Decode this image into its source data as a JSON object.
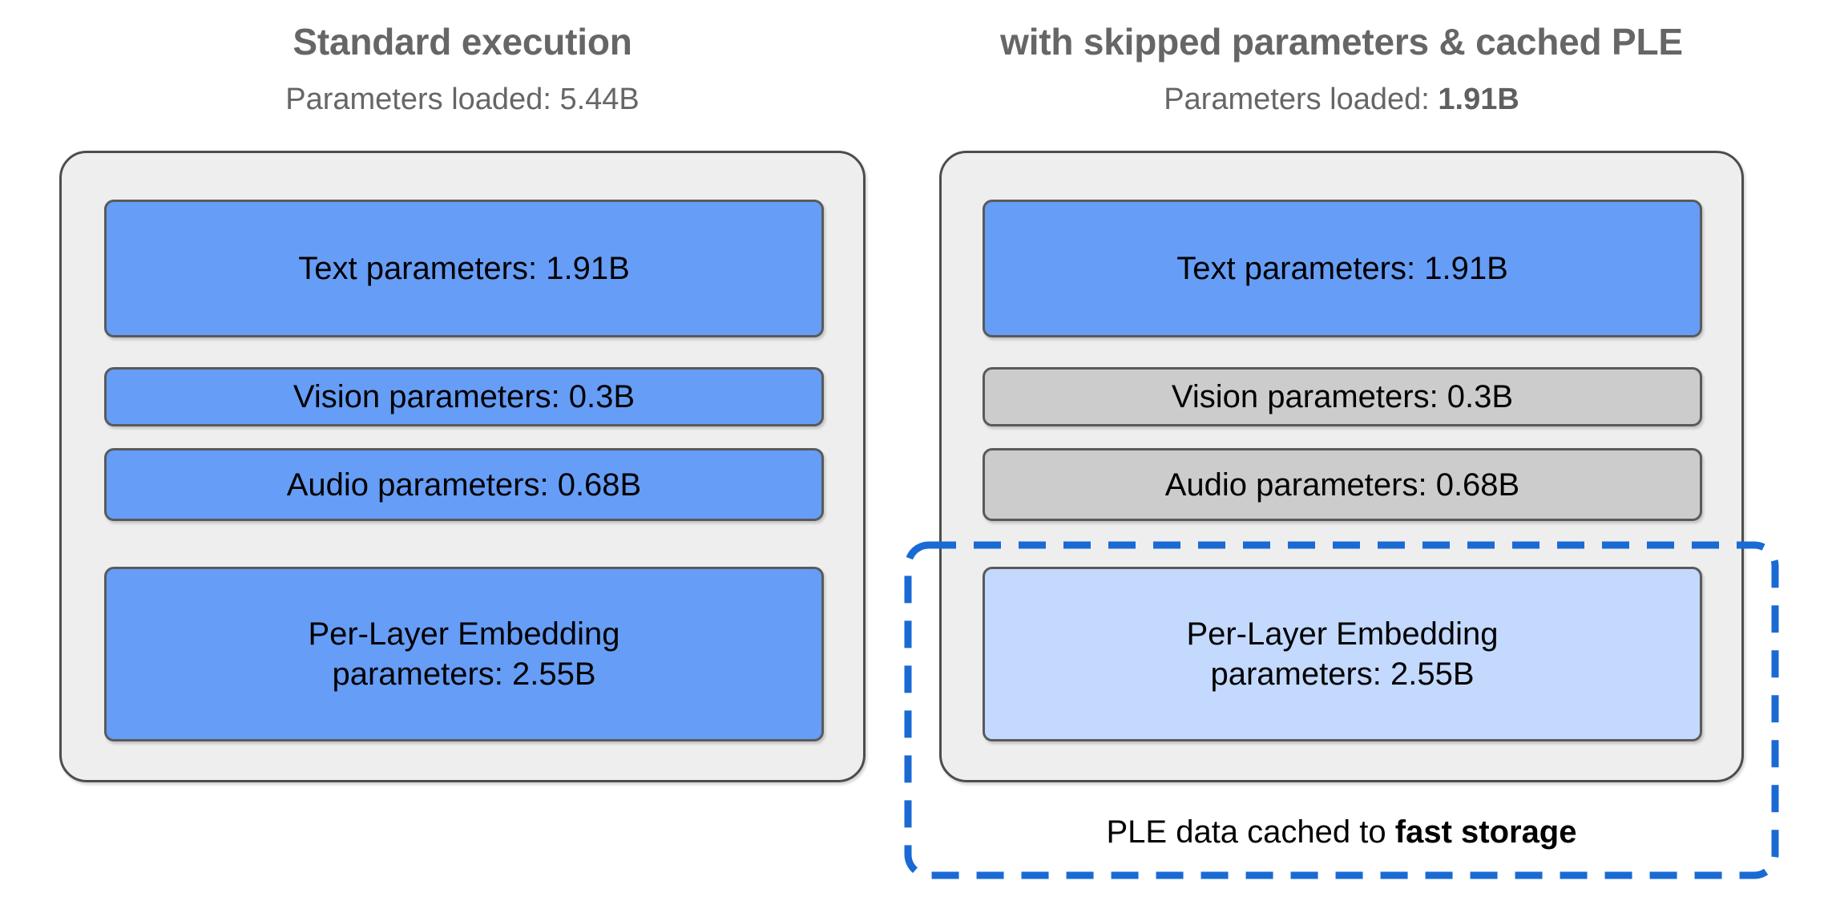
{
  "columns": [
    {
      "id": "standard",
      "title": "Standard execution",
      "subtitle_prefix": "Parameters loaded: ",
      "subtitle_value": "5.44B",
      "subtitle_value_bold": false,
      "blocks": [
        {
          "label": "Text parameters: 1.91B",
          "state": "active",
          "color": "#669df6"
        },
        {
          "label": "Vision parameters: 0.3B",
          "state": "active",
          "color": "#669df6"
        },
        {
          "label": "Audio parameters: 0.68B",
          "state": "active",
          "color": "#669df6"
        },
        {
          "label_line1": "Per-Layer Embedding",
          "label_line2": "parameters: 2.55B",
          "state": "active",
          "color": "#669df6"
        }
      ]
    },
    {
      "id": "optimized",
      "title": "with skipped parameters & cached PLE",
      "subtitle_prefix": "Parameters loaded: ",
      "subtitle_value": "1.91B",
      "subtitle_value_bold": true,
      "blocks": [
        {
          "label": "Text parameters: 1.91B",
          "state": "active",
          "color": "#669df6"
        },
        {
          "label": "Vision parameters: 0.3B",
          "state": "skipped",
          "color": "#cccccc"
        },
        {
          "label": "Audio parameters: 0.68B",
          "state": "skipped",
          "color": "#cccccc"
        },
        {
          "label_line1": "Per-Layer Embedding",
          "label_line2": "parameters: 2.55B",
          "state": "cached",
          "color": "#c3d9fd"
        }
      ]
    }
  ],
  "cache_region": {
    "caption_prefix": "PLE data cached to ",
    "caption_emphasis": "fast storage",
    "stroke_color": "#1a6ad4",
    "stroke_width": 9,
    "dash": "34 22"
  },
  "palette": {
    "background": "#ffffff",
    "panel_fill": "#eeeeee",
    "panel_border": "#4d4d4d",
    "block_border": "#5a5a5a",
    "blue": "#669df6",
    "light_blue": "#c3d9fd",
    "gray": "#cccccc",
    "title_text": "#666666",
    "body_text": "#000000",
    "accent_blue": "#1a6ad4"
  }
}
